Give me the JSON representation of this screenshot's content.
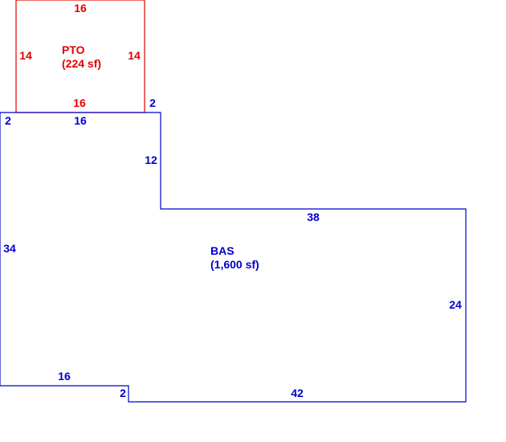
{
  "colors": {
    "pto": "#e00000",
    "bas": "#0000cc",
    "background": "#ffffff"
  },
  "areas": {
    "pto": {
      "code": "PTO",
      "size": "(224 sf)",
      "dims": {
        "top": "16",
        "left": "14",
        "right": "14",
        "bottom": "16"
      }
    },
    "bas": {
      "code": "BAS",
      "size": "(1,600 sf)",
      "dims": {
        "top_offset_right": "2",
        "top_offset_left": "2",
        "top": "16",
        "step_vertical": "12",
        "step_horizontal": "38",
        "left": "34",
        "right": "24",
        "bottom_left": "16",
        "bottom_step": "2",
        "bottom": "42"
      }
    }
  }
}
